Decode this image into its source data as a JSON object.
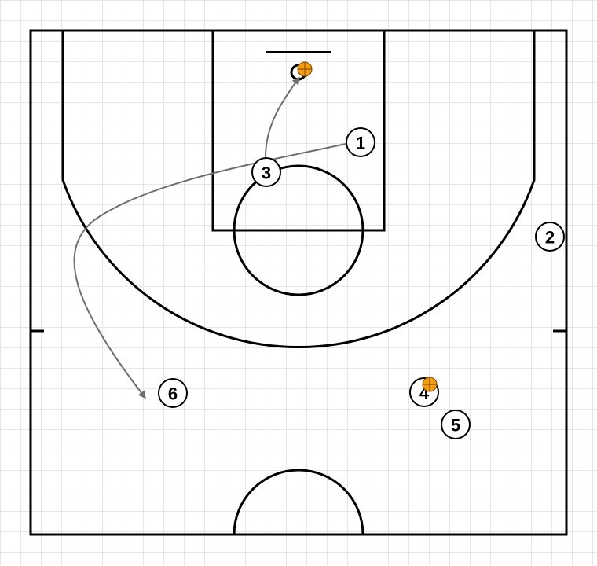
{
  "colors": {
    "court_line": "#000000",
    "movement": "#6e6e6e",
    "ball": "#f39c12",
    "ball_seam": "#7a4200",
    "grid": "#e6e6e6"
  },
  "players": [
    {
      "id": "1",
      "label": "1",
      "has_ball": false
    },
    {
      "id": "2",
      "label": "2",
      "has_ball": false
    },
    {
      "id": "3",
      "label": "3",
      "has_ball": false
    },
    {
      "id": "4",
      "label": "4",
      "has_ball": true
    },
    {
      "id": "5",
      "label": "5",
      "has_ball": false
    },
    {
      "id": "6",
      "label": "6",
      "has_ball": false
    }
  ],
  "rim_has_ball": true,
  "movements": [
    {
      "name": "player-3-cut-to-basket",
      "arrow": "to-rim"
    },
    {
      "name": "player-1-cut-to-corner",
      "arrow": "to-player-6-spot"
    }
  ]
}
